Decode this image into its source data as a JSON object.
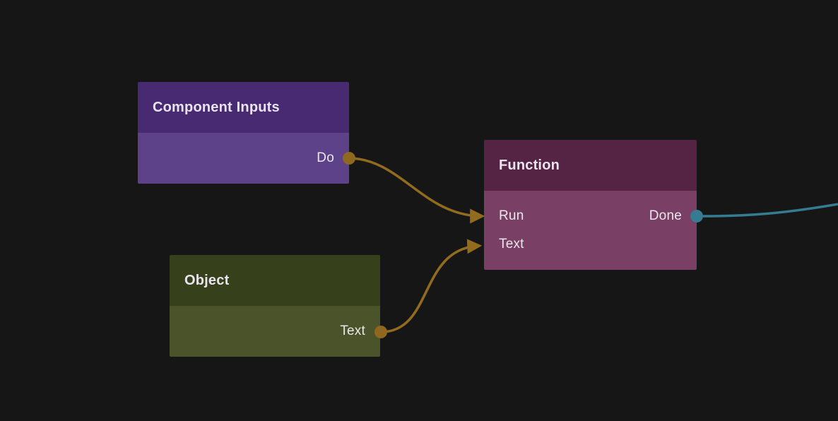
{
  "canvas": {
    "background_color": "#161616",
    "wire_gold_color": "#926c1e",
    "wire_teal_color": "#357b91"
  },
  "nodes": {
    "component_inputs": {
      "title": "Component Inputs",
      "header_color": "#472a72",
      "body_color": "#5d4189",
      "outputs": [
        {
          "label": "Do",
          "port_color": "#926c1e"
        }
      ],
      "inputs": []
    },
    "function": {
      "title": "Function",
      "header_color": "#552344",
      "body_color": "#7a3f64",
      "inputs": [
        {
          "label": "Run"
        },
        {
          "label": "Text"
        }
      ],
      "outputs": [
        {
          "label": "Done",
          "port_color": "#357b91"
        }
      ]
    },
    "object": {
      "title": "Object",
      "header_color": "#36401a",
      "body_color": "#4a5329",
      "outputs": [
        {
          "label": "Text",
          "port_color": "#926c1e"
        }
      ],
      "inputs": []
    }
  },
  "connections": [
    {
      "from": "Component Inputs.Do",
      "to": "Function.Run",
      "color": "#926c1e"
    },
    {
      "from": "Object.Text",
      "to": "Function.Text",
      "color": "#926c1e"
    },
    {
      "from": "Function.Done",
      "to": "offscreen-right",
      "color": "#357b91"
    }
  ]
}
